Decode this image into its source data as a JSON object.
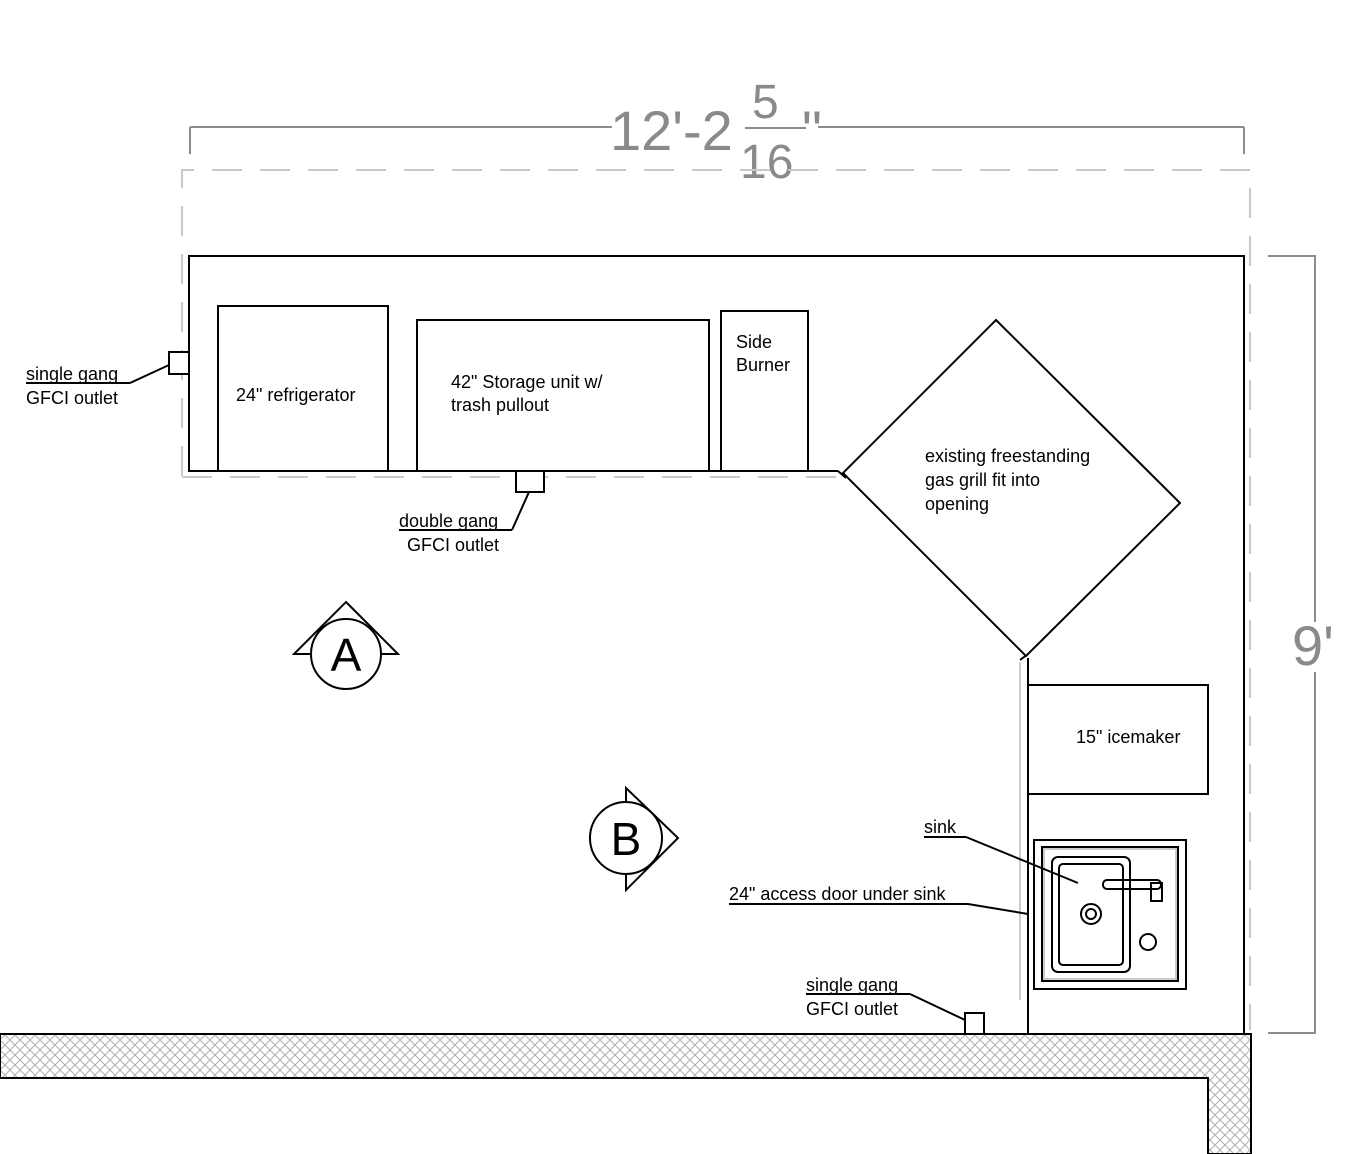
{
  "dimensions": {
    "width": {
      "main": "12'-2",
      "numerator": "5",
      "denominator": "16",
      "inch": "\""
    },
    "depth": "9'"
  },
  "labels": {
    "refrigerator": "24\" refrigerator",
    "storage_line1": "42\" Storage unit w/",
    "storage_line2": "trash pullout",
    "side_burner_line1": "Side",
    "side_burner_line2": "Burner",
    "grill_line1": "existing freestanding",
    "grill_line2": "gas grill fit into",
    "grill_line3": "opening",
    "icemaker": "15\" icemaker",
    "sink": "sink",
    "access_door": "24\" access door under sink"
  },
  "outlets": {
    "left": {
      "line1": "single gang",
      "line2": "GFCI outlet"
    },
    "front": {
      "line1": "double gang",
      "line2": "GFCI outlet"
    },
    "bottom": {
      "line1": "single gang",
      "line2": "GFCI outlet"
    }
  },
  "view_markers": {
    "a": "A",
    "b": "B"
  }
}
